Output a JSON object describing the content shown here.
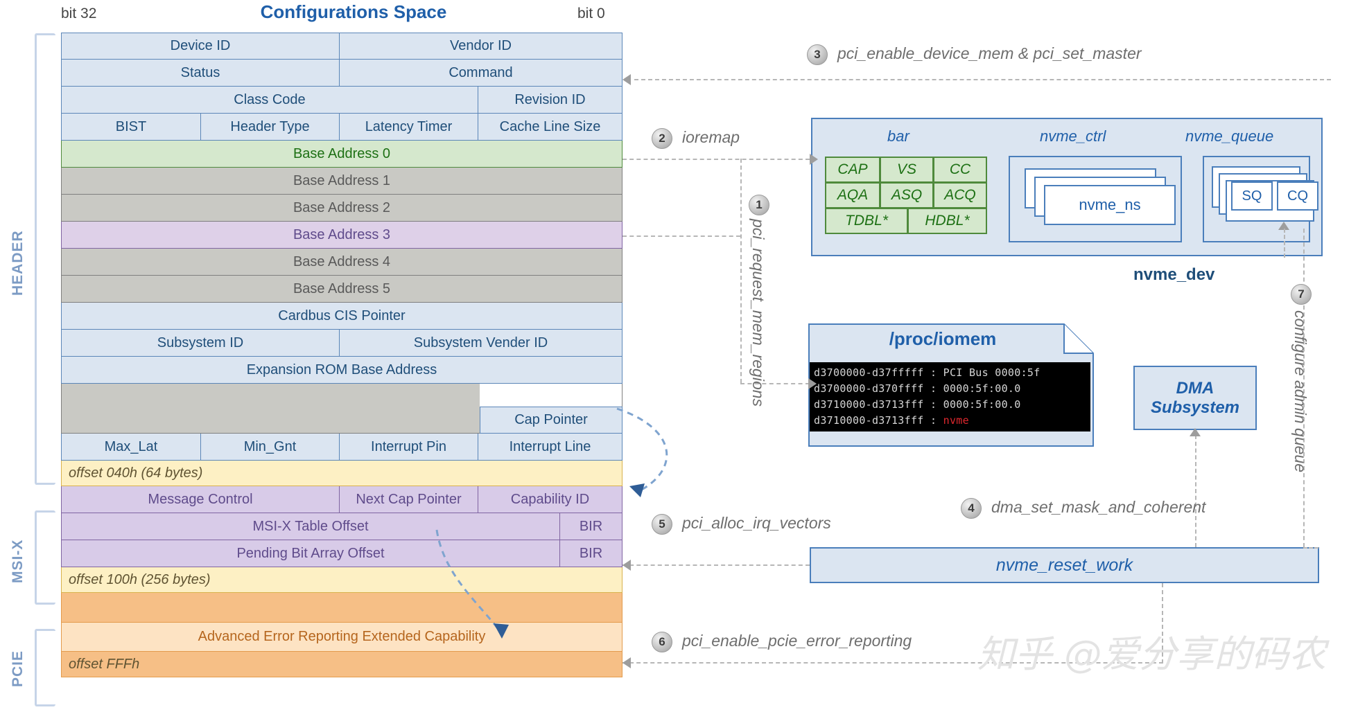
{
  "config_space": {
    "title": "Configurations Space",
    "bit_left": "bit 32",
    "bit_right": "bit 0",
    "brackets": [
      {
        "label": "HEADER"
      },
      {
        "label": "MSI-X"
      },
      {
        "label": "PCIE"
      }
    ],
    "rows": [
      {
        "kind": "blue",
        "cells": [
          "Device ID",
          "Vendor ID"
        ]
      },
      {
        "kind": "blue",
        "cells": [
          "Status",
          "Command"
        ]
      },
      {
        "kind": "blue",
        "cells": [
          "Class Code",
          "Revision ID"
        ]
      },
      {
        "kind": "blue",
        "cells": [
          "BIST",
          "Header Type",
          "Latency Timer",
          "Cache Line Size"
        ]
      },
      {
        "kind": "bar0",
        "cells": [
          "Base Address 0"
        ]
      },
      {
        "kind": "bar",
        "cells": [
          "Base Address 1"
        ]
      },
      {
        "kind": "bar",
        "cells": [
          "Base Address 2"
        ]
      },
      {
        "kind": "bar3",
        "cells": [
          "Base Address 3"
        ]
      },
      {
        "kind": "bar",
        "cells": [
          "Base Address 4"
        ]
      },
      {
        "kind": "bar",
        "cells": [
          "Base Address 5"
        ]
      },
      {
        "kind": "blue",
        "cells": [
          "Cardbus CIS Pointer"
        ]
      },
      {
        "kind": "blue",
        "cells": [
          "Subsystem ID",
          "Subsystem Vender ID"
        ]
      },
      {
        "kind": "blue",
        "cells": [
          "Expansion ROM Base Address"
        ]
      },
      {
        "kind": "gapgrey",
        "cells": [
          "Cap Pointer"
        ]
      },
      {
        "kind": "blue",
        "cells": [
          "Max_Lat",
          "Min_Gnt",
          "Interrupt Pin",
          "Interrupt Line"
        ]
      },
      {
        "kind": "offset",
        "cells": [
          "offset 040h (64 bytes)"
        ]
      },
      {
        "kind": "msix",
        "cells": [
          "Message Control",
          "Next Cap Pointer",
          "Capability ID"
        ]
      },
      {
        "kind": "msix",
        "cells": [
          "MSI-X Table Offset",
          "BIR"
        ]
      },
      {
        "kind": "msix",
        "cells": [
          "Pending Bit Array Offset",
          "BIR"
        ]
      },
      {
        "kind": "offset",
        "cells": [
          "offset 100h (256 bytes)"
        ]
      },
      {
        "kind": "pcie-blank",
        "cells": [
          ""
        ]
      },
      {
        "kind": "pcie-aer",
        "cells": [
          "Advanced Error Reporting Extended Capability"
        ]
      },
      {
        "kind": "pcie-off",
        "cells": [
          "offset FFFh"
        ]
      }
    ]
  },
  "nvme_dev": {
    "title": "nvme_dev",
    "bar": {
      "label": "bar",
      "registers_row1": [
        "CAP",
        "VS",
        "CC"
      ],
      "registers_row2": [
        "AQA",
        "ASQ",
        "ACQ"
      ],
      "registers_row3": [
        "TDBL*",
        "HDBL*"
      ]
    },
    "nvme_ctrl": {
      "label": "nvme_ctrl",
      "inner_label": "nvme_ns"
    },
    "nvme_queue": {
      "label": "nvme_queue",
      "sq": "SQ",
      "cq": "CQ"
    }
  },
  "iomem": {
    "title": "/proc/iomem",
    "lines": [
      "d3700000-d37fffff : PCI Bus 0000:5f",
      "d3700000-d370ffff : 0000:5f:00.0",
      "d3710000-d3713fff : 0000:5f:00.0"
    ],
    "last_line_prefix": "d3710000-d3713fff : ",
    "last_line_highlight": "nvme"
  },
  "dma": {
    "line1": "DMA",
    "line2": "Subsystem"
  },
  "reset_work": {
    "label": "nvme_reset_work"
  },
  "steps": [
    {
      "n": "1",
      "text": "pci_request_mem_regions",
      "orientation": "vertical"
    },
    {
      "n": "2",
      "text": "ioremap",
      "orientation": "horizontal"
    },
    {
      "n": "3",
      "text": "pci_enable_device_mem & pci_set_master",
      "orientation": "horizontal"
    },
    {
      "n": "4",
      "text": "dma_set_mask_and_coherent",
      "orientation": "horizontal"
    },
    {
      "n": "5",
      "text": "pci_alloc_irq_vectors",
      "orientation": "horizontal"
    },
    {
      "n": "6",
      "text": "pci_enable_pcie_error_reporting",
      "orientation": "horizontal"
    },
    {
      "n": "7",
      "text": "configure admin queue",
      "orientation": "vertical"
    }
  ],
  "watermark": "知乎 @爱分享的码农",
  "colors": {
    "accent_blue": "#1f5fa9",
    "green": "#1d7014",
    "purple": "#5f4b8b",
    "orange": "#b5651d",
    "yellow_bg": "#fdf0c4"
  }
}
